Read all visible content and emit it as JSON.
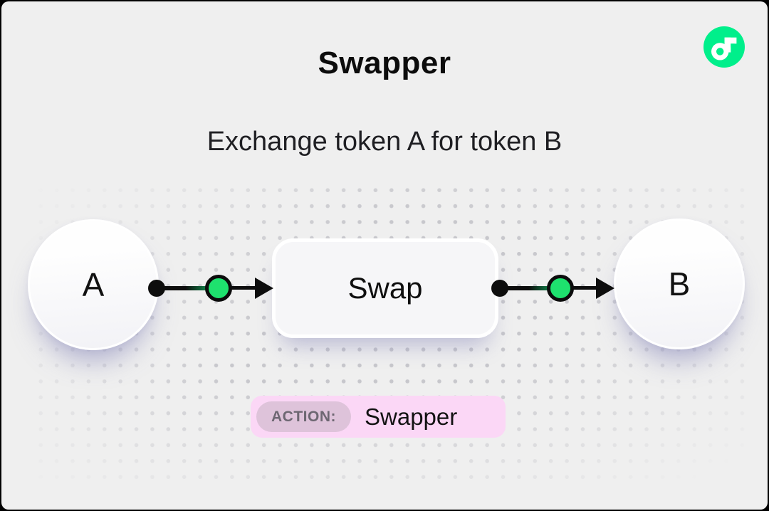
{
  "header": {
    "title": "Swapper",
    "subtitle": "Exchange token A for token B"
  },
  "brand": {
    "logo": "flow-logo",
    "logo_color": "#00ef8b"
  },
  "diagram": {
    "source_node": {
      "label": "A"
    },
    "process_node": {
      "label": "Swap"
    },
    "target_node": {
      "label": "B"
    },
    "flow_direction": "left-to-right"
  },
  "action_badge": {
    "label": "ACTION:",
    "value": "Swapper"
  },
  "colors": {
    "background": "#efefef",
    "accent_green": "#1ee26e",
    "flow_green": "#00ef8b",
    "connector_black": "#0d0d0d",
    "badge_pink": "#fbd7f6",
    "badge_label_bg": "#dec3da",
    "badge_label_text": "#6d6772"
  }
}
